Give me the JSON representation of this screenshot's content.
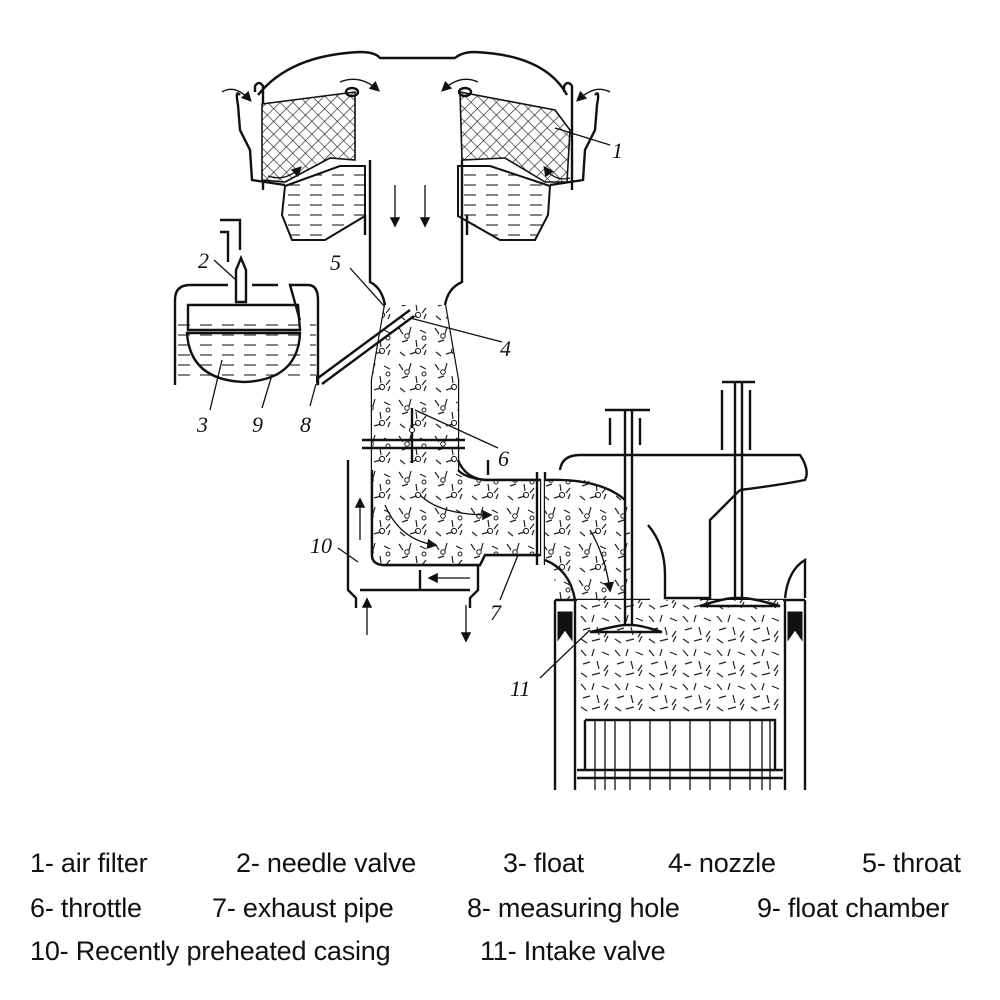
{
  "diagram": {
    "title": "Carburetor mixture formation and intake system",
    "callouts": [
      {
        "id": "1",
        "text": "1"
      },
      {
        "id": "2",
        "text": "2"
      },
      {
        "id": "3",
        "text": "3"
      },
      {
        "id": "4",
        "text": "4"
      },
      {
        "id": "5",
        "text": "5"
      },
      {
        "id": "6",
        "text": "6"
      },
      {
        "id": "7",
        "text": "7"
      },
      {
        "id": "8",
        "text": "8"
      },
      {
        "id": "9",
        "text": "9"
      },
      {
        "id": "10",
        "text": "10"
      },
      {
        "id": "11",
        "text": "11"
      }
    ]
  },
  "legend": {
    "items": [
      {
        "number": "1",
        "text": "1- air filter"
      },
      {
        "number": "2",
        "text": "2- needle valve"
      },
      {
        "number": "3",
        "text": "3- float"
      },
      {
        "number": "4",
        "text": "4- nozzle"
      },
      {
        "number": "5",
        "text": "5- throat"
      },
      {
        "number": "6",
        "text": "6- throttle"
      },
      {
        "number": "7",
        "text": "7- exhaust pipe"
      },
      {
        "number": "8",
        "text": "8- measuring hole"
      },
      {
        "number": "9",
        "text": "9- float chamber"
      },
      {
        "number": "10",
        "text": "10- Recently preheated casing"
      },
      {
        "number": "11",
        "text": "11- Intake valve"
      }
    ]
  }
}
